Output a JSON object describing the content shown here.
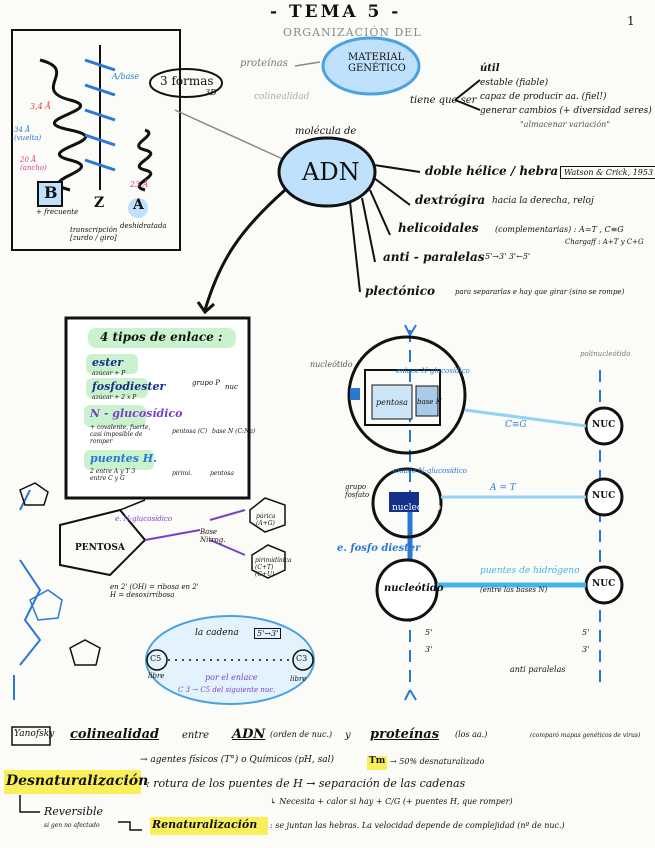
{
  "header": {
    "title": "- TEMA 5 -",
    "subtitle": "ORGANIZACIÓN DEL",
    "page_number": "1"
  },
  "material": {
    "title": "MATERIAL GENÉTICO",
    "proteinas": "proteínas",
    "colinealidad": "colinealidad",
    "tiene_que_ser": "tiene que ser",
    "props": [
      "útil",
      "estable (fiable)",
      "capaz de producir aa. (fiel!)",
      "generar cambios (+ diversidad seres)"
    ],
    "props_note": "\"almacenar variación\""
  },
  "adn": {
    "label": "ADN",
    "molecula": "molécula de",
    "tres_formas": "3 formas",
    "tres_formas_sub": "3D",
    "items": [
      {
        "text": "doble hélice / hebra",
        "note": "Watson & Crick, 1953"
      },
      {
        "text": "dextrógira",
        "note": "hacia la derecha, reloj"
      },
      {
        "text": "helicoidales",
        "note": "(complementarias) : A=T , C≡G",
        "note2": "Chargaff : A+T y C+G"
      },
      {
        "text": "anti - paralelas",
        "note": "5'→3'  3'←5'"
      },
      {
        "text": "plectónico",
        "note": "para separarlas e hay que girar (sino se rompe)"
      }
    ]
  },
  "forms": {
    "a_base": "A/base",
    "b_label": "B",
    "z_label": "Z",
    "a_label": "A",
    "b_desc": "+ frecuente",
    "z_desc": "transcripción [zurdo / giro]",
    "a_desc": "deshidratada",
    "dims": [
      "3,4 Å",
      "34 Å (vuelta)",
      "20 Å (ancho)",
      "23 Å"
    ]
  },
  "enlaces": {
    "title": "4 tipos de enlace :",
    "items": [
      {
        "name": "ester",
        "sub": "azúcar + P"
      },
      {
        "name": "fosfodiester",
        "sub": "azúcar + 2 x P"
      },
      {
        "name": "N - glucosídico",
        "sub": "+ covalente, fuerte, casi imposible de romper"
      },
      {
        "name": "puentes H.",
        "sub": "2 entre A y T  3 entre C y G"
      }
    ],
    "small": [
      "grupo P",
      "nuc",
      "pentosa (C)",
      "base N (C:Na)",
      "pirimi.",
      "pentosa"
    ]
  },
  "nucleotide": {
    "pentosa": "PENTOSA",
    "n_glucosidico": "e. N-glucosídico",
    "base": "Base Nitrog.",
    "purina": "púrica (A+G)",
    "pirimidina": "pirimidínica (C+T) (C+U)",
    "carbon_note": "en 2' (OH) = ribosa  en 2' H = desoxirribosa"
  },
  "right": {
    "nucleotido": "nucleótido",
    "nucleosido": "nucleósido",
    "enlace_n": "enlace N-glucosídico",
    "pentosa": "pentosa",
    "base_n": "base N",
    "grupo_fosfato": "grupo fosfato",
    "e_fosfo": "e. fosfo diester",
    "puentes": "puentes de hidrógeno",
    "puentes_sub": "(entre las bases N)",
    "polinucleotido": "polinucleótido",
    "nuc": "NUC",
    "cg": "C≡G",
    "at": "A = T",
    "antiparalelas": "anti paralelas",
    "ends": [
      "5'",
      "3'",
      "5'",
      "3'"
    ]
  },
  "cadena": {
    "title": "la cadena",
    "direction": "5'→3'",
    "left": "C5",
    "right": "C3",
    "left_note": "libre",
    "right_note": "libre",
    "enlace": "por el enlace",
    "bottom": "C 3 → C5 del siguiente nuc."
  },
  "bottom": {
    "author": "Yanofsky",
    "colinealidad": "colinealidad",
    "entre": "entre",
    "adn": "ADN",
    "adn_note": "(orden de nuc.)",
    "y": "y",
    "proteinas": "proteínas",
    "prot_note": "(los aa.)",
    "comp": "(comparó mapas genéticos de virus)",
    "agentes": "→ agentes físicos (T°)  o  Químicos (pH, sal)",
    "tm": "Tm",
    "tm_note": "→ 50% desnaturalizado",
    "desnat": "Desnaturalización",
    "desnat_text": ": rotura de los puentes de H  →  separación de las cadenas",
    "necesita": "↳ Necesita + calor si hay + C/G (+ puentes H, que romper)",
    "reversible": "Reversible",
    "reversible_note": "si gen no afectado",
    "renat": "Renaturalización",
    "renat_text": ": se juntan las hebras. La velocidad depende de complejidad (nº de nuc.)"
  },
  "colors": {
    "blue": "#2a78d6",
    "lightblue": "#bfe1fb",
    "cyan": "#40b5e6",
    "purple": "#7a3fc9",
    "green": "#6fd07c",
    "yellow": "#f8ef5a",
    "red": "#e03b3b",
    "pink": "#e03a8a",
    "orange": "#f08a24"
  }
}
